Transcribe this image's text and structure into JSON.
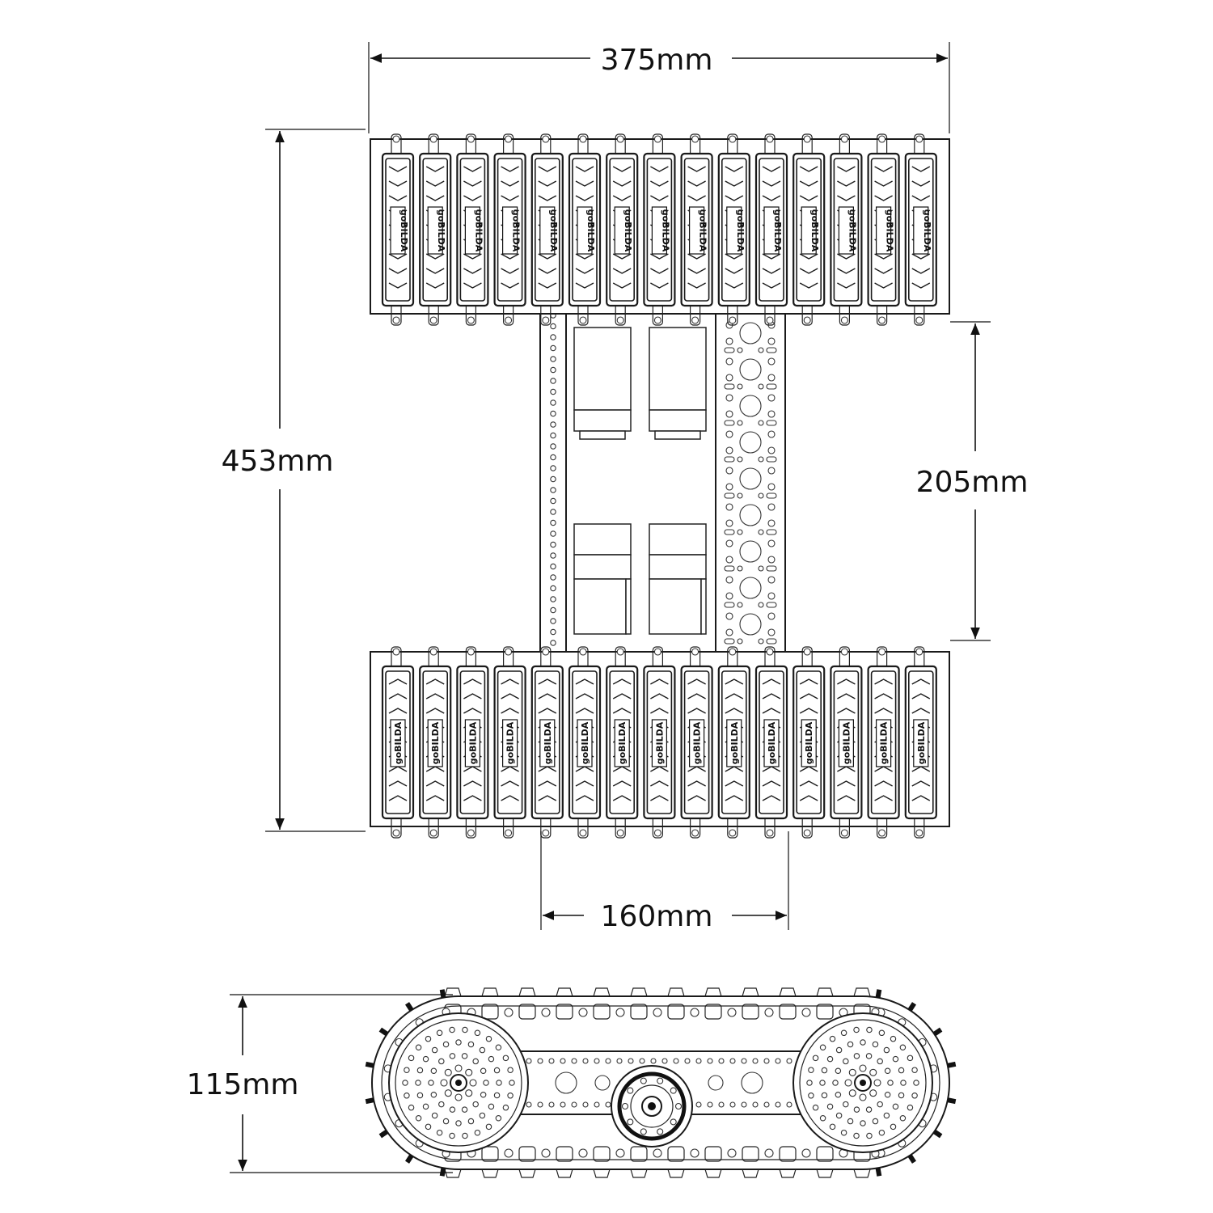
{
  "dimensions": {
    "overall_width": "375mm",
    "overall_length": "453mm",
    "inner_gap": "205mm",
    "track_spacing": "160mm",
    "height": "115mm"
  },
  "track_pad_logo": "goBILDA",
  "colors": {
    "line": "#111111",
    "background": "#ffffff"
  }
}
